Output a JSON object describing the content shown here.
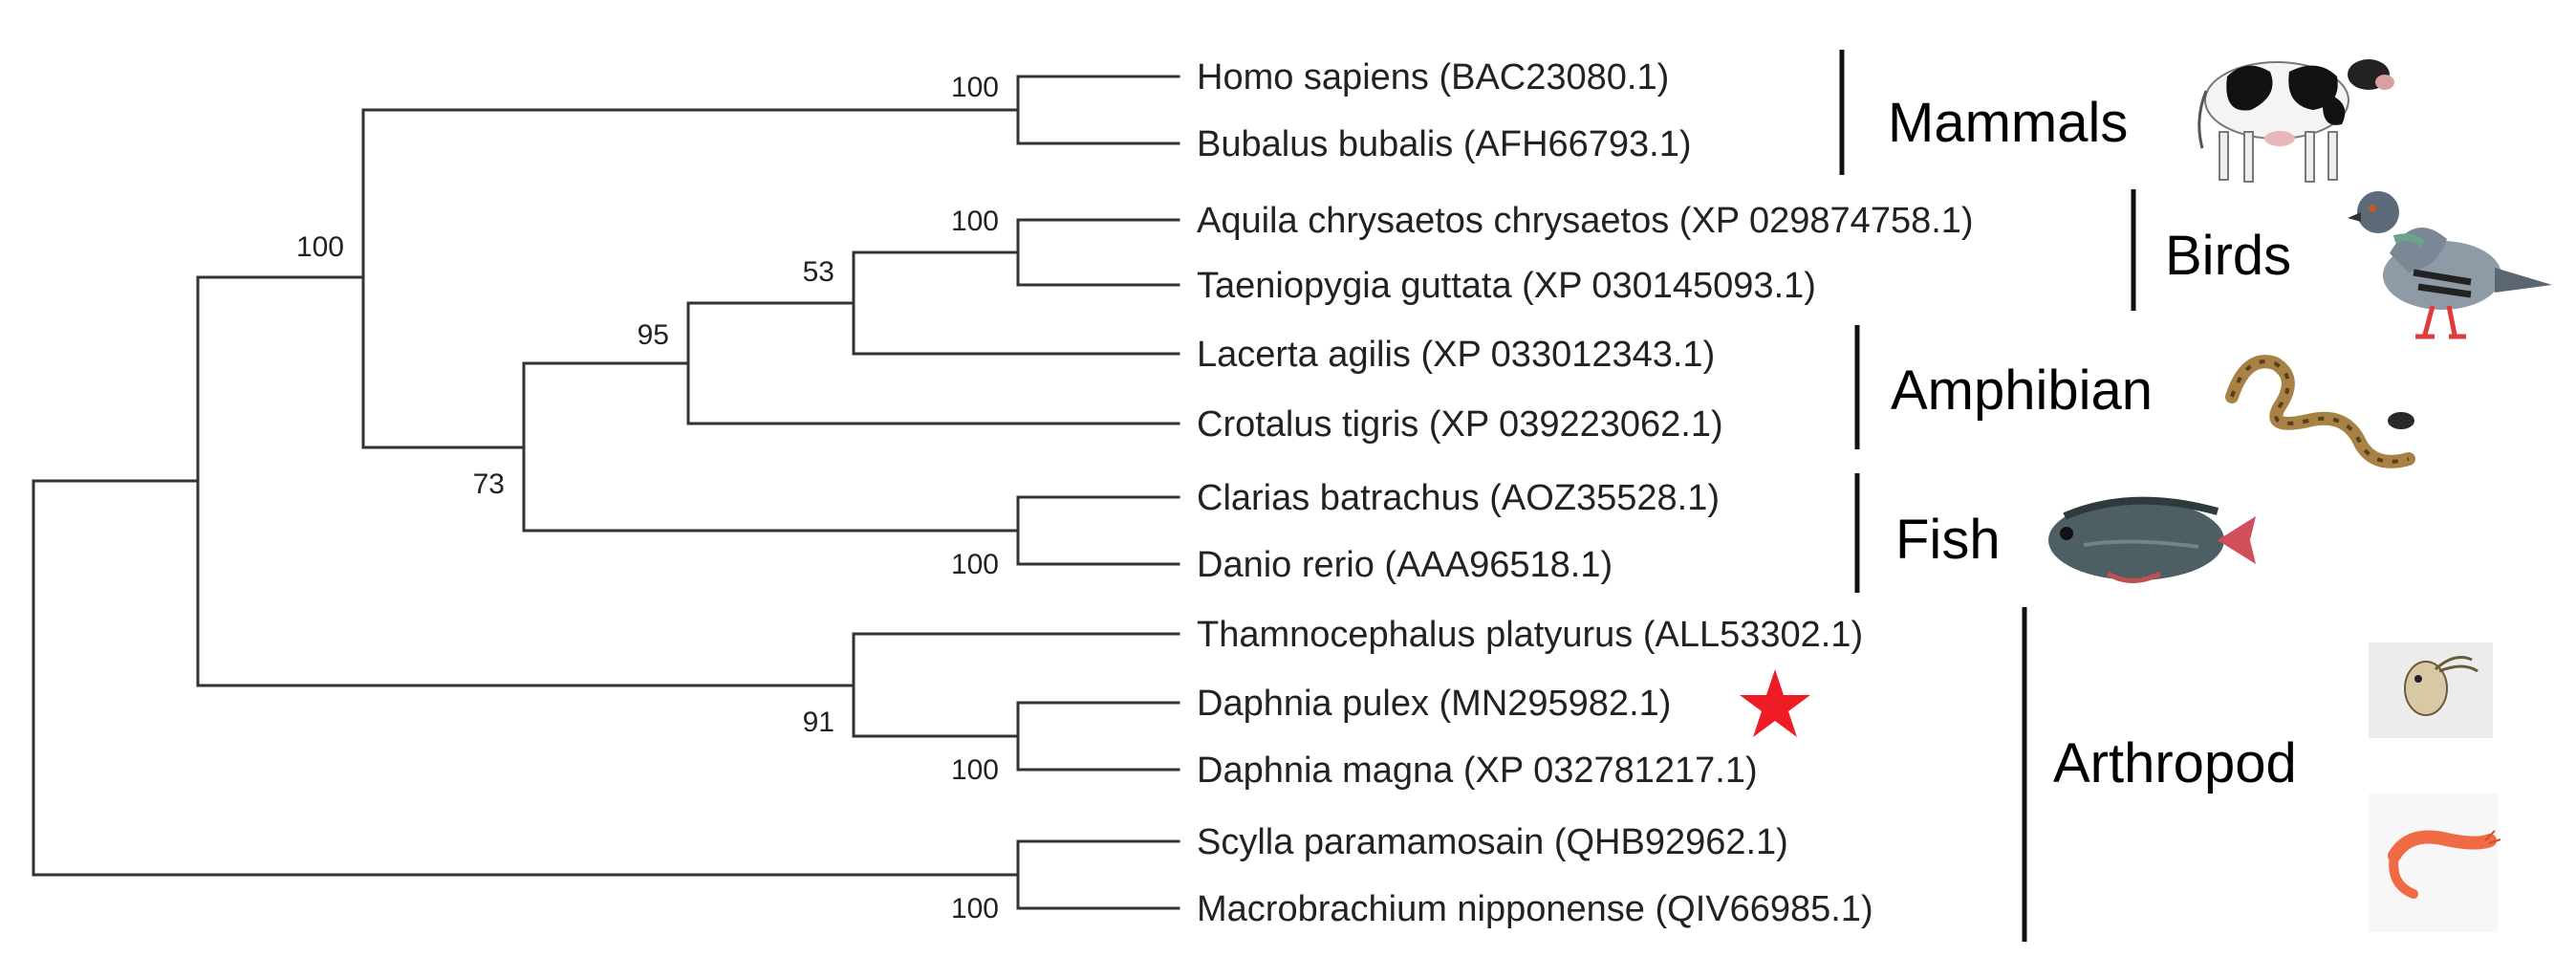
{
  "taxa": [
    {
      "label": "Homo sapiens (BAC23080.1)"
    },
    {
      "label": "Bubalus bubalis (AFH66793.1)"
    },
    {
      "label": "Aquila chrysaetos chrysaetos (XP 029874758.1)"
    },
    {
      "label": "Taeniopygia guttata (XP 030145093.1)"
    },
    {
      "label": "Lacerta agilis (XP 033012343.1)"
    },
    {
      "label": "Crotalus tigris (XP 039223062.1)"
    },
    {
      "label": "Clarias batrachus (AOZ35528.1)"
    },
    {
      "label": "Danio rerio (AAA96518.1)"
    },
    {
      "label": "Thamnocephalus platyurus (ALL53302.1)"
    },
    {
      "label": "Daphnia pulex (MN295982.1)",
      "marker": "red-star",
      "marker_color": "#ee1c25"
    },
    {
      "label": "Daphnia magna (XP 032781217.1)"
    },
    {
      "label": "Scylla paramamosain (QHB92962.1)"
    },
    {
      "label": "Macrobrachium nipponense (QIV66985.1)"
    }
  ],
  "bootstrap": [
    {
      "node": "homo-bubalus",
      "value": "100"
    },
    {
      "node": "aquila-taeniopygia",
      "value": "100"
    },
    {
      "node": "birds-lacerta",
      "value": "53"
    },
    {
      "node": "reptile-crotalus",
      "value": "95"
    },
    {
      "node": "mammal-reptile",
      "value": "100"
    },
    {
      "node": "tetrapod-fish",
      "value": "73"
    },
    {
      "node": "clarias-danio",
      "value": "100"
    },
    {
      "node": "thamno-daphnia",
      "value": "91"
    },
    {
      "node": "daphnia-pair",
      "value": "100"
    },
    {
      "node": "scylla-macrobrachium",
      "value": "100"
    }
  ],
  "groups": [
    {
      "label": "Mammals",
      "icon": "cow-icon"
    },
    {
      "label": "Birds",
      "icon": "pigeon-icon"
    },
    {
      "label": "Amphibian",
      "icon": "snake-icon"
    },
    {
      "label": "Fish",
      "icon": "fish-icon"
    },
    {
      "label": "Arthropod",
      "icon": "daphnia-icon"
    }
  ],
  "colors": {
    "branch": "#333333",
    "star": "#ee1c25"
  }
}
